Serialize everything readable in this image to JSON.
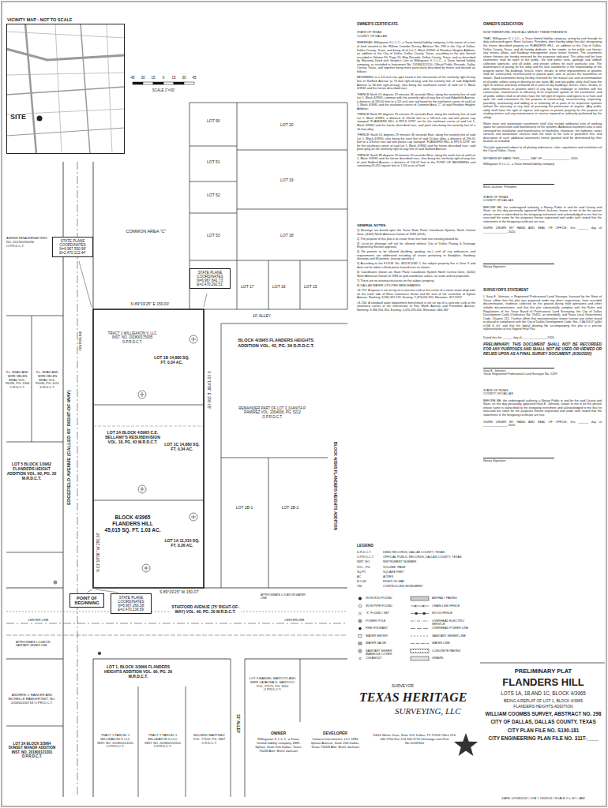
{
  "diagram": {
    "nodes": [
      {
        "text": [
          "VICINITY MAP - NOT TO SCALE",
          "SITE"
        ]
      },
      {
        "text": [
          "STATE PLANE COORDINATES N=6,967,550.98' E=2,470,122.44'"
        ]
      },
      {
        "text": [
          "STATE PLANE COORDINATES N=6,967,841.73' E=2,470,292.51'"
        ]
      },
      {
        "text": [
          "POINT OF BEGINNING"
        ]
      },
      {
        "text": [
          "STATE PLANE COORDINATES N=6,967,260.38' E=2,470,136.59'"
        ]
      }
    ],
    "labels": [
      "45",
      "30",
      "15",
      "0",
      "15",
      "30",
      "45",
      "SCALE 1\"=30'",
      "LOT 50",
      "LOT 51",
      "LOT 52",
      "LOT 53",
      "LOT 20",
      "LOT 19",
      "LOT 18",
      "LOT 17",
      "LOT 16",
      "LOT 15",
      "COMMON AREA \"C\"",
      "ASHISH MINAJREKAR INST. NO. 201700256096 O.P.R.D.C.T.",
      "N 89°19'25\" E  150.00'",
      "10' ALLEY",
      "TRACT 1 WILLIEAXON V, LLC INST. NO. 201800175005 O.P.R.D.C.T.",
      "LOT 1B 14,880 SQ. FT. 0.34 AC.",
      "LOT 2A BLOCK 4/3965 C.E. BELLAMY'S RESUBDIVISION VOL. 18, PG. 63 M.R.D.C.T.",
      "LOT 1C 14,880 SQ. FT. 0.34 AC.",
      "BLOCK 4/3965 FLANDERS HILL 45,015 SQ. FT. 1.03 AC.",
      "LOT 1A 11,515 SQ. FT. 0.26 AC.",
      "N 01°19'36\" W  290.00'",
      "S 01°19'36\" E  290.05'",
      "F.L. BRAU AND WIFE HELEN BRAU VOL. 95036, PG. 1306 O.R.D.C.T.",
      "F.L. BRAU AND WIFE HELEN BRAU VOL. 95036, PG. 1011 D.R.D.C.T.",
      "LOT 5 BLOCK 1/3962 FLANDERS HEIGHT ADDITION VOL. 90, PG. 20 M.R.D.C.T.",
      "EDGEFIELD AVENUE (CALLED 60' RIGHT-OF-WAY)",
      "CENTERLINE",
      "BLOCK 4/3965 FLANDERS HEIGHTS ADDITION VOL. 42, PG. 39 D.R.D.C.T.",
      "REMAINDER PART OF LOT 3 JUANITA P. RAMIREZ VOL. 2004006, PG. 5212 O.P.R.D.C.T.",
      "LOT 2B-1",
      "LOT 2B-2",
      "BLOCK 4/3965 FLANDERS HEIGHTS ADDITION",
      "S 89°19'25\" W  150.07'",
      "STAFFORD AVENUE (75' RIGHT-OF-WAY) VOL. 90, PG. 20 M.R.D.C.T.",
      "CENTER LINE",
      "CENTERLINE",
      "APPROXIMATE LOCATION WATER LINE",
      "APPROXIMATE LOCATION SANITARY SEWER LINE",
      "LOT 1, BLOCK 3/3966 FLANDERS HEIGHTS ADDITION VOL. 90, PG. 20 M.R.D.C.T.",
      "TRACT 1 PARCEL 1 WILLIEAXON V, LLC INST. NO. 201800151150 O.P.R.D.C.T.",
      "TRACT 2 PARCEL 1 WILLIEAXON V, LLC INST. NO. 201800151150 O.P.R.D.C.T.",
      "BILLIERD MARTINEZ VOL. 77102, PG. 1867 O.R.D.C.T.",
      "15' ALLEY",
      "LOT 3 MANUEL SANTOYO AND WIFE CATALINA G. SANTOYO VOL. 97175, PG. 1810 O.P.R.D.C.T.",
      "ANDREW J. RAWLER AND MICHELLE RAWLER INST. NO. 201800150718 O.P.R.D.C.T.",
      "LOT 3A BLOCK 3/3964 SUNSET MANOR ADDITION INST. NO. 201800121301 O.P.R.D.C.T.",
      "OWNER",
      "Willegaxon V, L.L.C. a Texas limited liability company 1881 Sylvan, Suite 200 Dallas, Texas 75208 Attn: Brent Jackson",
      "DEVELOPER",
      "Oaxaca Investments, LLC 1881 Sylvan Avenue, Suite 200 Dallas, Texas 75208 Attn: Brent Jackson",
      "SURVEYOR",
      "TEXAS HERITAGE",
      "SURVEYING, LLC",
      "10610 Metric Drive, Suite 124, Dallas, TX 75243 Office 214-340-9700 Fax 214-340-9710 txheritage.com Firm No.10169300",
      "PRELIMINARY PLAT",
      "FLANDERS HILL",
      "LOTS 1A, 1B AND 1C, BLOCK 4/3965",
      "BEING A REPLAT OF LOT 1, BLOCK 4/3965",
      "FLANDERS HEIGHTS ADDITION",
      "WILLIAM COOMBS SURVEY, ABSTRACT NO. 298",
      "CITY OF DALLAS, DALLAS COUNTY, TEXAS",
      "CITY PLAN FILE NO. S190-181",
      "CITY ENGINEERING PLAN FILE NO. 311T-____",
      "DATE: 07/08/2020 / JOB # 1900513 / SCALE 1\"= 30' / JAM",
      "OWNER'S CERTIFICATE",
      "STATE OF TEXAS",
      "COUNTY OF DALLAS",
      "WHEREAS, Willegaxon V, L.L.C., a Texas limited liability company, is the owner of a tract of land situated in the William Coombs Survey, Abstract No. 298 in the City of Dallas, Dallas County, Texas, and being all of Lot 1, Block 4/3965 of Flanders Heights Addition, an addition to the City of Dallas, Dallas County, Texas, according to the plat thereof recorded in Volume 90, Page 20, Map Records, Dallas County, Texas, and as described by Warranty Deed with Vendor's Lien to Willegaxon V, L.L.C., a Texas limited liability company, as recorded in Instrument No. 201800151150, Official Public Records, Dallas County, Texas, and together being more particularly described by metes and bounds as follows:",
      "BEGINNING at a 1/2-inch iron pipe found in the intersection of the northerly right-of-way line of Stafford Avenue (a 75-foot right-of-way) and the easterly line of said Edgefield Avenue (a 60-foot right-of-way), also being the southwest corner of said Lot 1, Block 4/3965 and the herein described tract;",
      "THENCE North 01 degrees 19 minutes 36 seconds West, along the westerly line of said Lot 1, Block 4/3965, common with the easterly right-of-way line of said Edgefield Avenue, a distance of 290.00 feet to a 1/2-inch iron rod found for the northwest corner of said Lot 1, Block 4/3965 and the southwest corner of Common Area \"C\" of said Flanders Heights Addition;",
      "THENCE North 89 degrees 19 minutes 25 seconds East, along the northerly line of said Lot 1, Block 4/3965, a distance of 150.00 feet to a 5/8-inch iron rod with plastic cap stamped \"FLANDERS HILL & RPLS 5299\" set for the northeast corner of said Lot 1, Block 4/3965 and the herein described tract, said point also being the westerly line of a 10-foot alley;",
      "THENCE South 01 degrees 19 minutes 36 seconds East, along the easterly line of said Lot 1, Block 4/3965, also being the west line of said 10-foot alley, a distance of 290.05 feet to a 5/8-inch iron rod with plastic cap stamped \"FLANDERS HILL & RPLS 5299\" set for the southeast corner of said Lot 1, Block 4/3965 and the herein described tract, said point lying on the northerly right-of-way line of said Stafford Avenue;",
      "THENCE South 89 degrees 19 minutes 25 seconds West, along the south line of said Lot 1, Block 4/3965 and the herein described tract, also being the northerly right-of-way line of said Stafford Avenue, a distance of 150.07 feet to the POINT OF BEGINNING and containing 45,015 square feet or 1.03 acres of land.",
      "GENERAL NOTES:",
      "1) Bearings are based upon the Texas State Plane Coordinate System, North Central Zone, (4202) North American Datum of 1983 (2011).",
      "2) The purpose of this plat is to create three lots from one existing platted lot.",
      "3) Lot-to-lot drainage will not be allowed without City of Dallas Paving & Drainage Engineering Section approval.",
      "4) No permits to be allowed (building, grading, etc.) until all city ordinances and requirements are addressed including all issues pertaining to floodplain, floodway elevation and fill permits. (except sprinkler)",
      "5) According to the F.I.R.M. No. 48113C0345 J, the subject property lies in Zone X and does not lie within a flood prone hazard area as shown.",
      "6) Coordinates shown are State Plane Coordinate System North Central Zone, (4202) North American Datum of 1983 on grid coordinate values, no scale and no projection.",
      "7) There are no existing structures on the subject property.",
      "8) DALLAS WATER UTILITIES BENCHMARKS:",
      "#4-T12: A square is set on top of a concrete curb at the center of a storm sewer drop inlet on the north side of West Commerce Street and 80' east of the centerline of Sylvan Avenue. Northing: 6,965,325.192, Easting: 2,473,005.931, Elevation: 417.2252'",
      "#4-T40: A standard water department benchmark is set on top of a concrete curb at the southwest corner of the intersection of Fort Worth Avenue and Pittsmillen Avenue. Northing: 6,966,901.350, Easting: 2,470,190.450, Elevation: 464.330'",
      "LEGEND",
      "D.R.D.C.T.",
      "DEED RECORDS, DALLAS COUNTY, TEXAS",
      "O.P.R.D.C.T.",
      "OFFICIAL PUBLIC RECORDS, DALLAS COUNTY, TEXAS",
      "INST. NO.",
      "INSTRUMENT NUMBER",
      "VOL., PG.",
      "VOLUME, PAGE",
      "SQ.FT.",
      "SQUARE FEET",
      "AC.",
      "ACRES",
      "R.O.W.",
      "RIGHT-OF-WAY",
      "CM",
      "CONTROLLING MONUMENT",
      "OWNER'S DEDICATION",
      "NOW THEREFORE, KNOW ALL MEN BY THESE PRESENTS:",
      "THAT, Willegaxon V, L.L.C., a Texas limited liability company, acting by and through its duly authorized agent, Brent Jackson, President, does hereby adopt this plat, designating the herein described property as FLANDERS HILL, an addition to the City of Dallas, Dallas County, Texas, and do hereby dedicate, in fee simple, to the public use forever any streets, alleys, and floodway management areas shown thereon. The easements shown thereon are hereby reserved for the purposes indicated. The utility and fire lane easements shall be open to the public, fire and police units, garbage and rubbish collection agencies, and all public and private utilities for each particular use. The maintenance of paving on the utility and fire lane easements is the responsibility of the property owner. No buildings, fences, trees, shrubs, or other improvements or growths shall be constructed, reconstructed or placed upon, over or across the easements as shown. Said easements being hereby reserved for the mutual use and accommodation of all public utilities using or desiring to use same. All, and any public utility shall have the right to remove and keep removed all or parts of any buildings, fences, trees, shrubs, or other improvements or growths which in any way may endanger or interfere with the construction, maintenance or efficiency of its respective system on the easements, and all public utilities shall at all times have the full right of ingress and egress to or from and upon the said easements for the purpose of constructing, reconstructing, inspecting, patrolling, maintaining and adding to or removing all or parts of its respective systems without the necessity at any time of procuring the permission of anyone. (Any public utility shall have the right of ingress and egress to private property for the purpose of reading meters and any maintenance or service required or ordinarily performed by the utility).",
      "Water main and wastewater easements shall also include additional area of working space for construction and maintenance of the systems. Additional easement area is also conveyed for installation and maintenance of manholes, cleanouts, fire hydrants, water services and wastewater services from the main to the curb or pavement line, and description of such additional easements herein granted shall be determined by their location as installed.",
      "This plat approved subject to all platting ordinances, rules, regulations and resolutions of the City of Dallas, Texas.",
      "WITNESS MY HAND THIS ______ DAY OF ________________, 2020.",
      "Willegaxon V, L.L.C., a Texas limited liability company",
      "Brent Jackson, President",
      "STATE OF TEXAS",
      "COUNTY OF DALLAS",
      "BEFORE ME, the undersigned authority, a Notary Public in and for said County and State, on this day personally appeared Brent Jackson, known to me to be the person whose name is subscribed to the foregoing instrument and acknowledged to me that he executed the same for the purposes therein expressed and under oath stated that the statements in the foregoing certificate are true.",
      "GIVEN UNDER MY HAND AND SEAL OF OFFICE, this ______ day of ______________, 2020.",
      "Notary Signature",
      "SURVEYOR'S STATEMENT",
      "I, Gary E. Johnson, a Registered Professional Land Surveyor, licensed by the State of Texas, affirm that this plat was prepared under my direct supervision, from recorded documentation, evidence collected on the ground during field operations and other reliable documentation; and that this plat substantially complies with the Rules and Regulations of the Texas Board of Professional Land Surveying, the City of Dallas Development Code (Ordinance No. 19455, as amended), and Texas Local Government Code, Chapter 212. I further affirm that monumentation shown hereon was either found or placed in compliance with the City of Dallas Development Code, Sec. 51A-8.617 (a)(b)(c)(d) & (e); and that the digital drawing file accompanying this plat is a precise representation of this Signed Final Plat.",
      "Dated this the ______ day of ______________, 2020.",
      "PRELIMINARY, THIS DOCUMENT SHALL NOT BE RECORDED FOR ANY PURPOSES AND SHALL NOT BE USED OR VIEWED OR RELIED UPON AS A FINAL SURVEY DOCUMENT. (6/30/2020)",
      "Gary E. Johnson",
      "Texas Registered Professional Land Surveyor No. 5299",
      "STATE OF TEXAS",
      "COUNTY OF DALLAS",
      "BEFORE ME, the undersigned authority, a Notary Public in and for the said County and State, on this day personally appeared Gary E. Johnson, known to me to be the person whose name is subscribed to the foregoing instrument and acknowledged to me that he executed the same for the purposes therein expressed and under oath stated that the statements in the foregoing certificate are true.",
      "GIVEN UNDER MY HAND AND SEAL OF OFFICE, this ______ day of ______________, 2020.",
      "Notary Signature"
    ],
    "legend": [
      {
        "text": "IRON ROD FOUND"
      },
      {
        "text": "IRON PIPE FOUND"
      },
      {
        "text": "\"X\" FOUND / SET"
      },
      {
        "text": "POWER POLE"
      },
      {
        "text": "FIRE HYDRANT"
      },
      {
        "text": "WATER METER"
      },
      {
        "text": "WATER VALVE"
      },
      {
        "text": "SANITARY SEWER MANHOLE COVER"
      },
      {
        "text": "CLEANOUT"
      },
      {
        "text": "ASPHALT PAVING"
      },
      {
        "text": "CHAIN LINK FENCE"
      },
      {
        "text": "WOOD FENCE"
      },
      {
        "text": "OVERHEAD ELECTRIC SERVICE"
      },
      {
        "text": "OVERHEAD POWER LINE"
      },
      {
        "text": "SANITARY SEWER LINE"
      },
      {
        "text": "WATER LINE"
      },
      {
        "text": "CONCRETE PAVING"
      },
      {
        "text": "GRAVEL"
      }
    ]
  }
}
